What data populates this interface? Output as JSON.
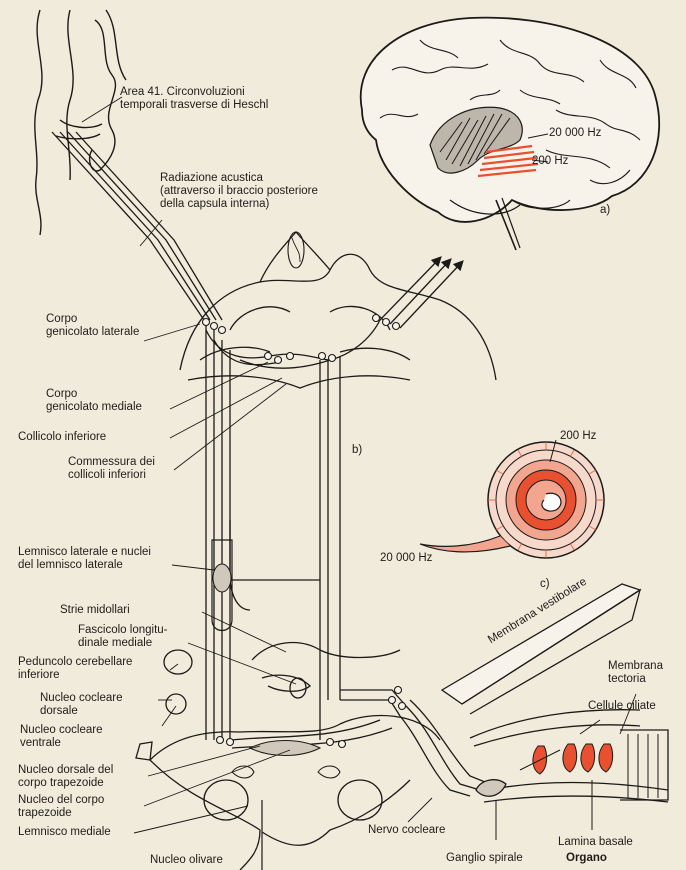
{
  "labels": {
    "area41": [
      "Area 41. Circonvoluzioni",
      "temporali trasverse di Heschl"
    ],
    "radiazione": [
      "Radiazione acustica",
      "(attraverso il braccio posteriore",
      "della capsula interna)"
    ],
    "genic_lat": [
      "Corpo",
      "genicolato laterale"
    ],
    "genic_med": [
      "Corpo",
      "genicolato mediale"
    ],
    "collicolo": "Collicolo inferiore",
    "commessura": [
      "Commessura dei",
      "collicoli inferiori"
    ],
    "lemnisco_lat": [
      "Lemnisco laterale e nuclei",
      "del lemnisco laterale"
    ],
    "strie": "Strie midollari",
    "fascicolo": [
      "Fascicolo longitu-",
      "dinale mediale"
    ],
    "peduncolo": [
      "Peduncolo cerebellare",
      "inferiore"
    ],
    "cocl_dors": [
      "Nucleo cocleare",
      "dorsale"
    ],
    "cocl_ventr": [
      "Nucleo cocleare",
      "ventrale"
    ],
    "dorsale_trap": [
      "Nucleo dorsale del",
      "corpo trapezoide"
    ],
    "corpo_trap": [
      "Nucleo del corpo",
      "trapezoide"
    ],
    "lemnisco_med": "Lemnisco mediale",
    "olivare": "Nucleo olivare",
    "nervo": "Nervo cocleare",
    "ganglio": "Ganglio spirale",
    "lamina": "Lamina basale",
    "organo": "Organo",
    "membrana_vest": "Membrana vestibolare",
    "membrana_tect": [
      "Membrana",
      "tectoria"
    ],
    "cellule": "Cellule ciliate",
    "hz20000_brain": "20 000 Hz",
    "hz200_brain": "200 Hz",
    "hz200_cochlea": "200 Hz",
    "hz20000_cochlea": "20 000 Hz",
    "panel_a": "a)",
    "panel_b": "b)",
    "panel_c": "c)"
  },
  "colors": {
    "paper": "#f1ebdc",
    "ink": "#1c1a18",
    "accent_red": "#e8502f",
    "accent_pink": "#f2a58f",
    "cortex_gray": "#bcb6ab"
  }
}
